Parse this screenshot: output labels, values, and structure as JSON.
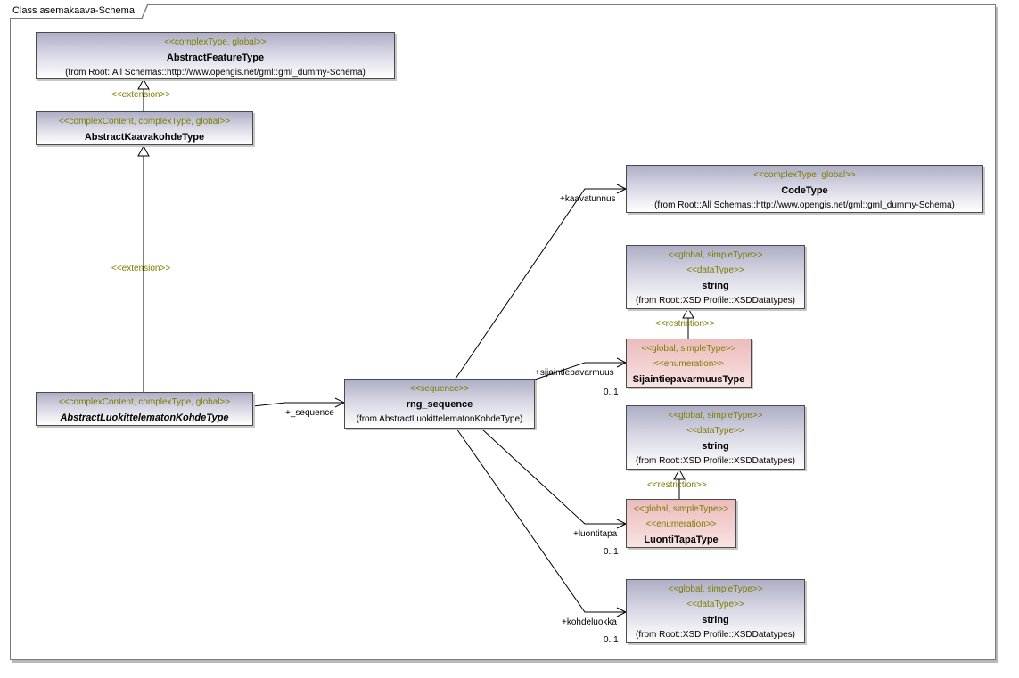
{
  "frame": {
    "title": "Class asemakaava-Schema"
  },
  "classes": {
    "abstract_feature": {
      "stereotype": "<<complexType, global>>",
      "name": "AbstractFeatureType",
      "from": "(from Root::All Schemas::http://www.opengis.net/gml::gml_dummy-Schema)"
    },
    "abstract_kaavakohde": {
      "stereotype": "<<complexContent, complexType, global>>",
      "name": "AbstractKaavakohdeType"
    },
    "abstract_luokittelematon": {
      "stereotype": "<<complexContent, complexType, global>>",
      "name": "AbstractLuokittelematonKohdeType"
    },
    "rng_sequence": {
      "stereotype": "<<sequence>>",
      "name": "rng_sequence",
      "from": "(from AbstractLuokittelematonKohdeType)"
    },
    "code_type": {
      "stereotype": "<<complexType, global>>",
      "name": "CodeType",
      "from": "(from Root::All Schemas::http://www.opengis.net/gml::gml_dummy-Schema)"
    },
    "string1": {
      "stereotype1": "<<global, simpleType>>",
      "stereotype2": "<<dataType>>",
      "name": "string",
      "from": "(from Root::XSD Profile::XSDDatatypes)"
    },
    "sijaintie": {
      "stereotype1": "<<global, simpleType>>",
      "stereotype2": "<<enumeration>>",
      "name": "SijaintiepavarmuusType"
    },
    "string2": {
      "stereotype1": "<<global, simpleType>>",
      "stereotype2": "<<dataType>>",
      "name": "string",
      "from": "(from Root::XSD Profile::XSDDatatypes)"
    },
    "luontitapa": {
      "stereotype1": "<<global, simpleType>>",
      "stereotype2": "<<enumeration>>",
      "name": "LuontiTapaType"
    },
    "string3": {
      "stereotype1": "<<global, simpleType>>",
      "stereotype2": "<<dataType>>",
      "name": "string",
      "from": "(from Root::XSD Profile::XSDDatatypes)"
    }
  },
  "edge_labels": {
    "extension1": "<<extension>>",
    "extension2": "<<extension>>",
    "sequence_role": "+_sequence",
    "kaavatunnus_role": "+kaavatunnus",
    "sijaintie_role": "+sijaintiepavarmuus",
    "sijaintie_mult": "0..1",
    "restriction1": "<<restriction>>",
    "restriction2": "<<restriction>>",
    "luontitapa_role": "+luontitapa",
    "luontitapa_mult": "0..1",
    "kohdeluokka_role": "+kohdeluokka",
    "kohdeluokka_mult": "0..1"
  }
}
